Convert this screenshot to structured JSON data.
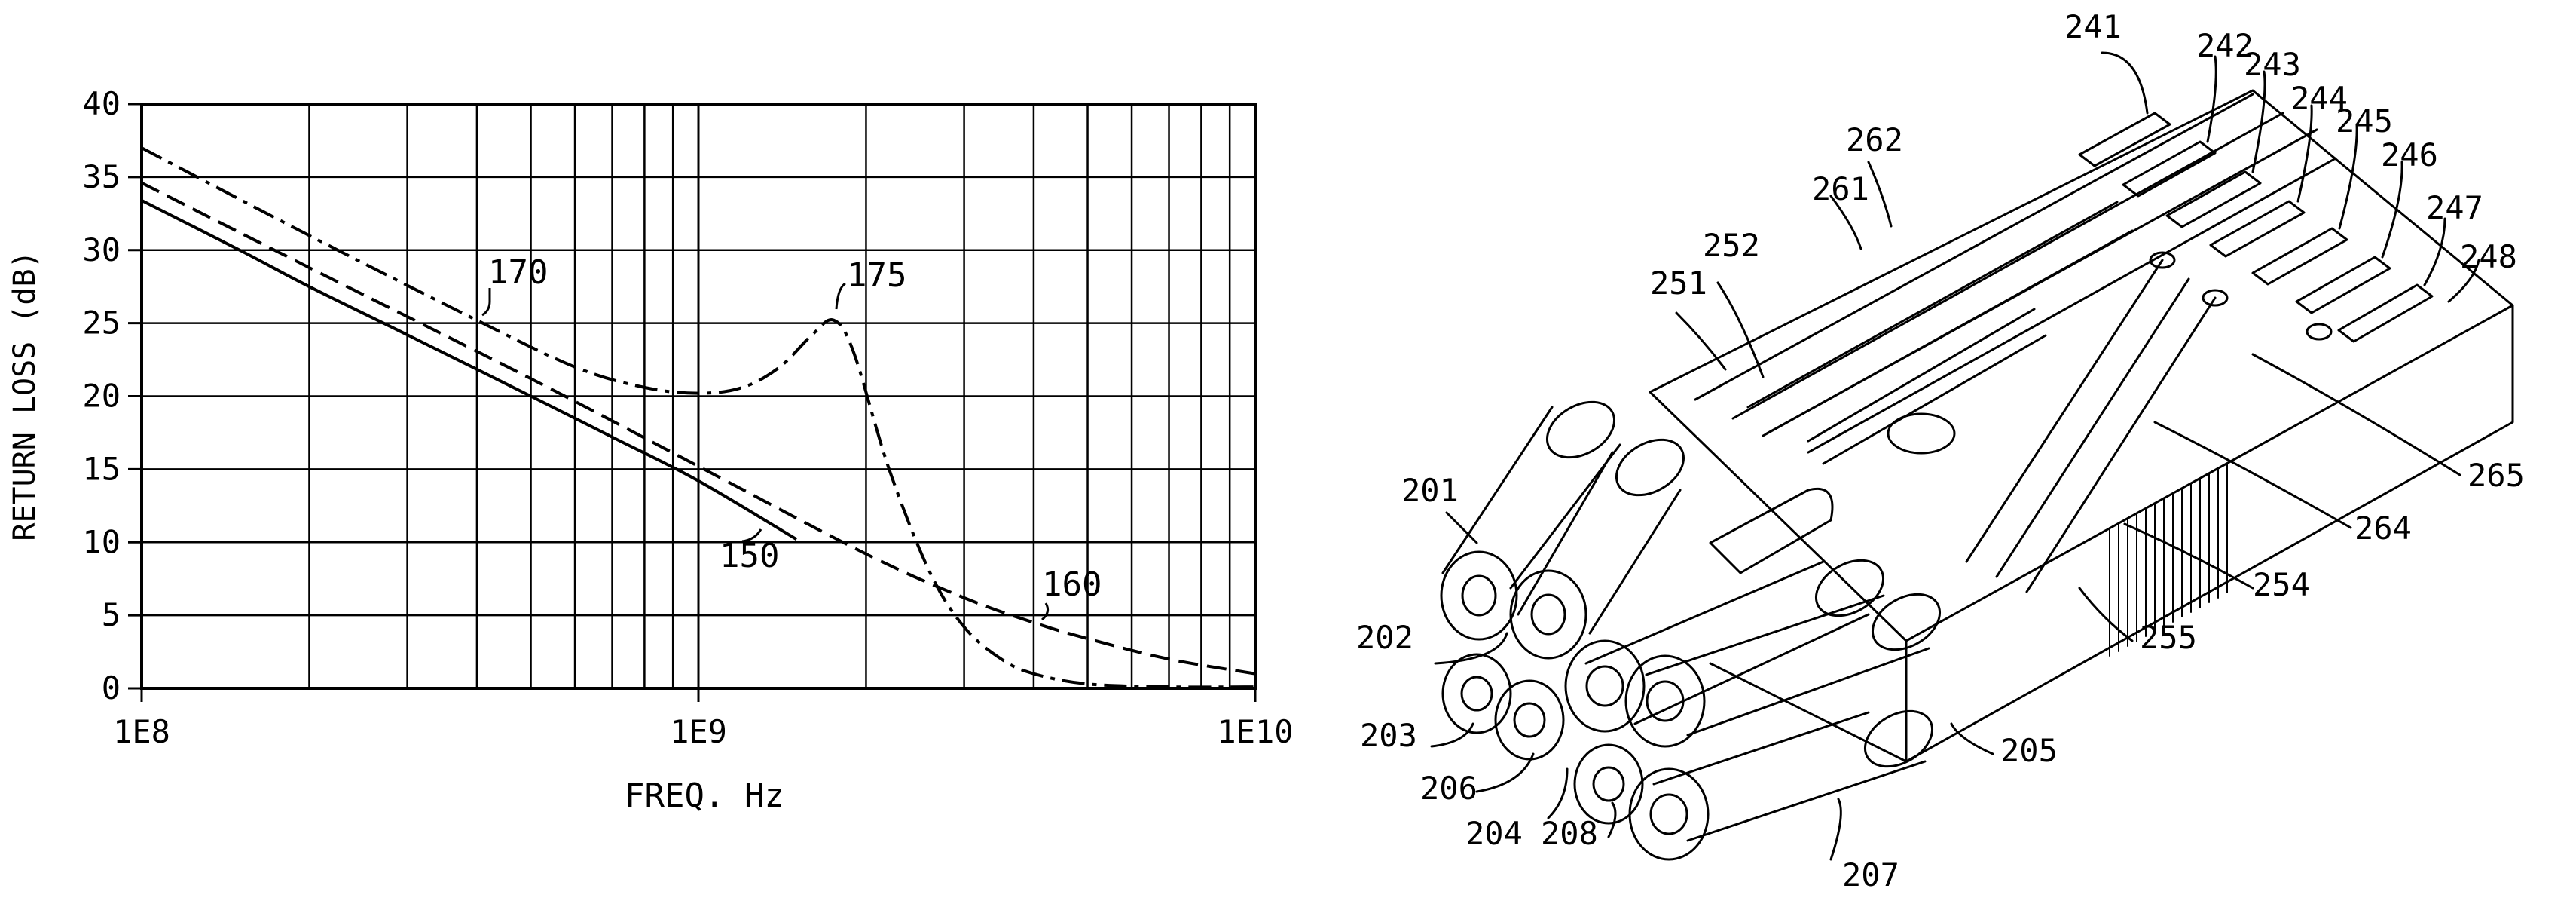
{
  "chart_data": {
    "type": "line",
    "title": "",
    "xlabel": "FREQ. Hz",
    "ylabel": "RETURN LOSS (dB)",
    "xscale": "log",
    "xlim": [
      100000000,
      10000000000
    ],
    "ylim": [
      0,
      40
    ],
    "grid": true,
    "x_tick_labels": [
      "1E8",
      "1E9",
      "1E10"
    ],
    "y_ticks": [
      0,
      5,
      10,
      15,
      20,
      25,
      30,
      35,
      40
    ],
    "series": [
      {
        "label": "150",
        "style": "solid",
        "x": [
          100000000,
          150000000,
          200000000,
          300000000,
          500000000,
          700000000,
          1000000000,
          1500000000
        ],
        "y": [
          33.4,
          30.0,
          27.5,
          24.2,
          20.0,
          17.2,
          14.2,
          10.2
        ]
      },
      {
        "label": "160",
        "style": "dashed",
        "x": [
          100000000,
          200000000,
          500000000,
          1000000000,
          2000000000,
          3000000000,
          4000000000,
          5000000000,
          7000000000,
          10000000000
        ],
        "y": [
          34.6,
          28.8,
          21.2,
          15.2,
          9.2,
          6.2,
          4.5,
          3.4,
          2.0,
          1.0
        ]
      },
      {
        "label": "170",
        "style": "dash-dot",
        "x": [
          100000000,
          200000000,
          400000000,
          600000000,
          800000000,
          1000000000,
          1200000000,
          1400000000,
          1600000000,
          1750000000,
          1900000000,
          2200000000,
          2600000000,
          3000000000,
          3500000000,
          4000000000,
          5000000000,
          7000000000,
          10000000000
        ],
        "y": [
          37.0,
          31.0,
          25.2,
          22.0,
          20.6,
          20.2,
          20.6,
          22.0,
          24.2,
          25.2,
          23.0,
          15.0,
          8.0,
          4.2,
          2.0,
          1.0,
          0.3,
          0.1,
          0.1
        ]
      }
    ],
    "annotations": [
      "170",
      "175",
      "150",
      "160"
    ]
  },
  "diagram": {
    "labels": [
      "241",
      "242",
      "243",
      "244",
      "245",
      "246",
      "247",
      "248",
      "262",
      "261",
      "252",
      "251",
      "201",
      "202",
      "203",
      "206",
      "204",
      "208",
      "207",
      "205",
      "255",
      "254",
      "264",
      "265"
    ]
  }
}
